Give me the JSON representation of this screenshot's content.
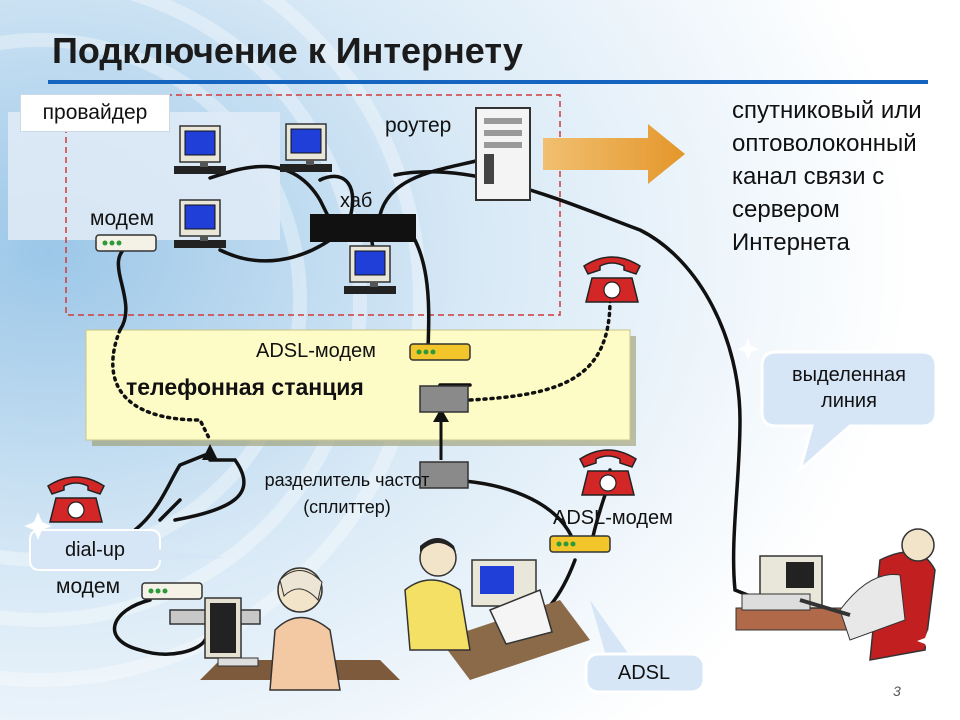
{
  "title": "Подключение к Интернету",
  "labels": {
    "provider": "провайдер",
    "router": "роутер",
    "hub": "хаб",
    "modem_top": "модем",
    "channel": "спутниковый или оптоволоконный канал связи с сервером Интернета",
    "adsl_modem_station": "ADSL-модем",
    "station": "телефонная станция",
    "splitter": "разделитель частот (сплиттер)",
    "adsl_modem_user": "ADSL-модем",
    "dialup": "dial-up",
    "modem_bottom": "модем",
    "leased_line": "выделенная линия",
    "adsl": "ADSL"
  },
  "page_number": "3",
  "colors": {
    "accent_blue": "#1565c0",
    "station_box": "#fdfbc6",
    "arrow_orange": "#e8a23a",
    "phone_red": "#d32626",
    "modem_yellow": "#f2c62a",
    "screen_blue": "#1f3fd8"
  }
}
